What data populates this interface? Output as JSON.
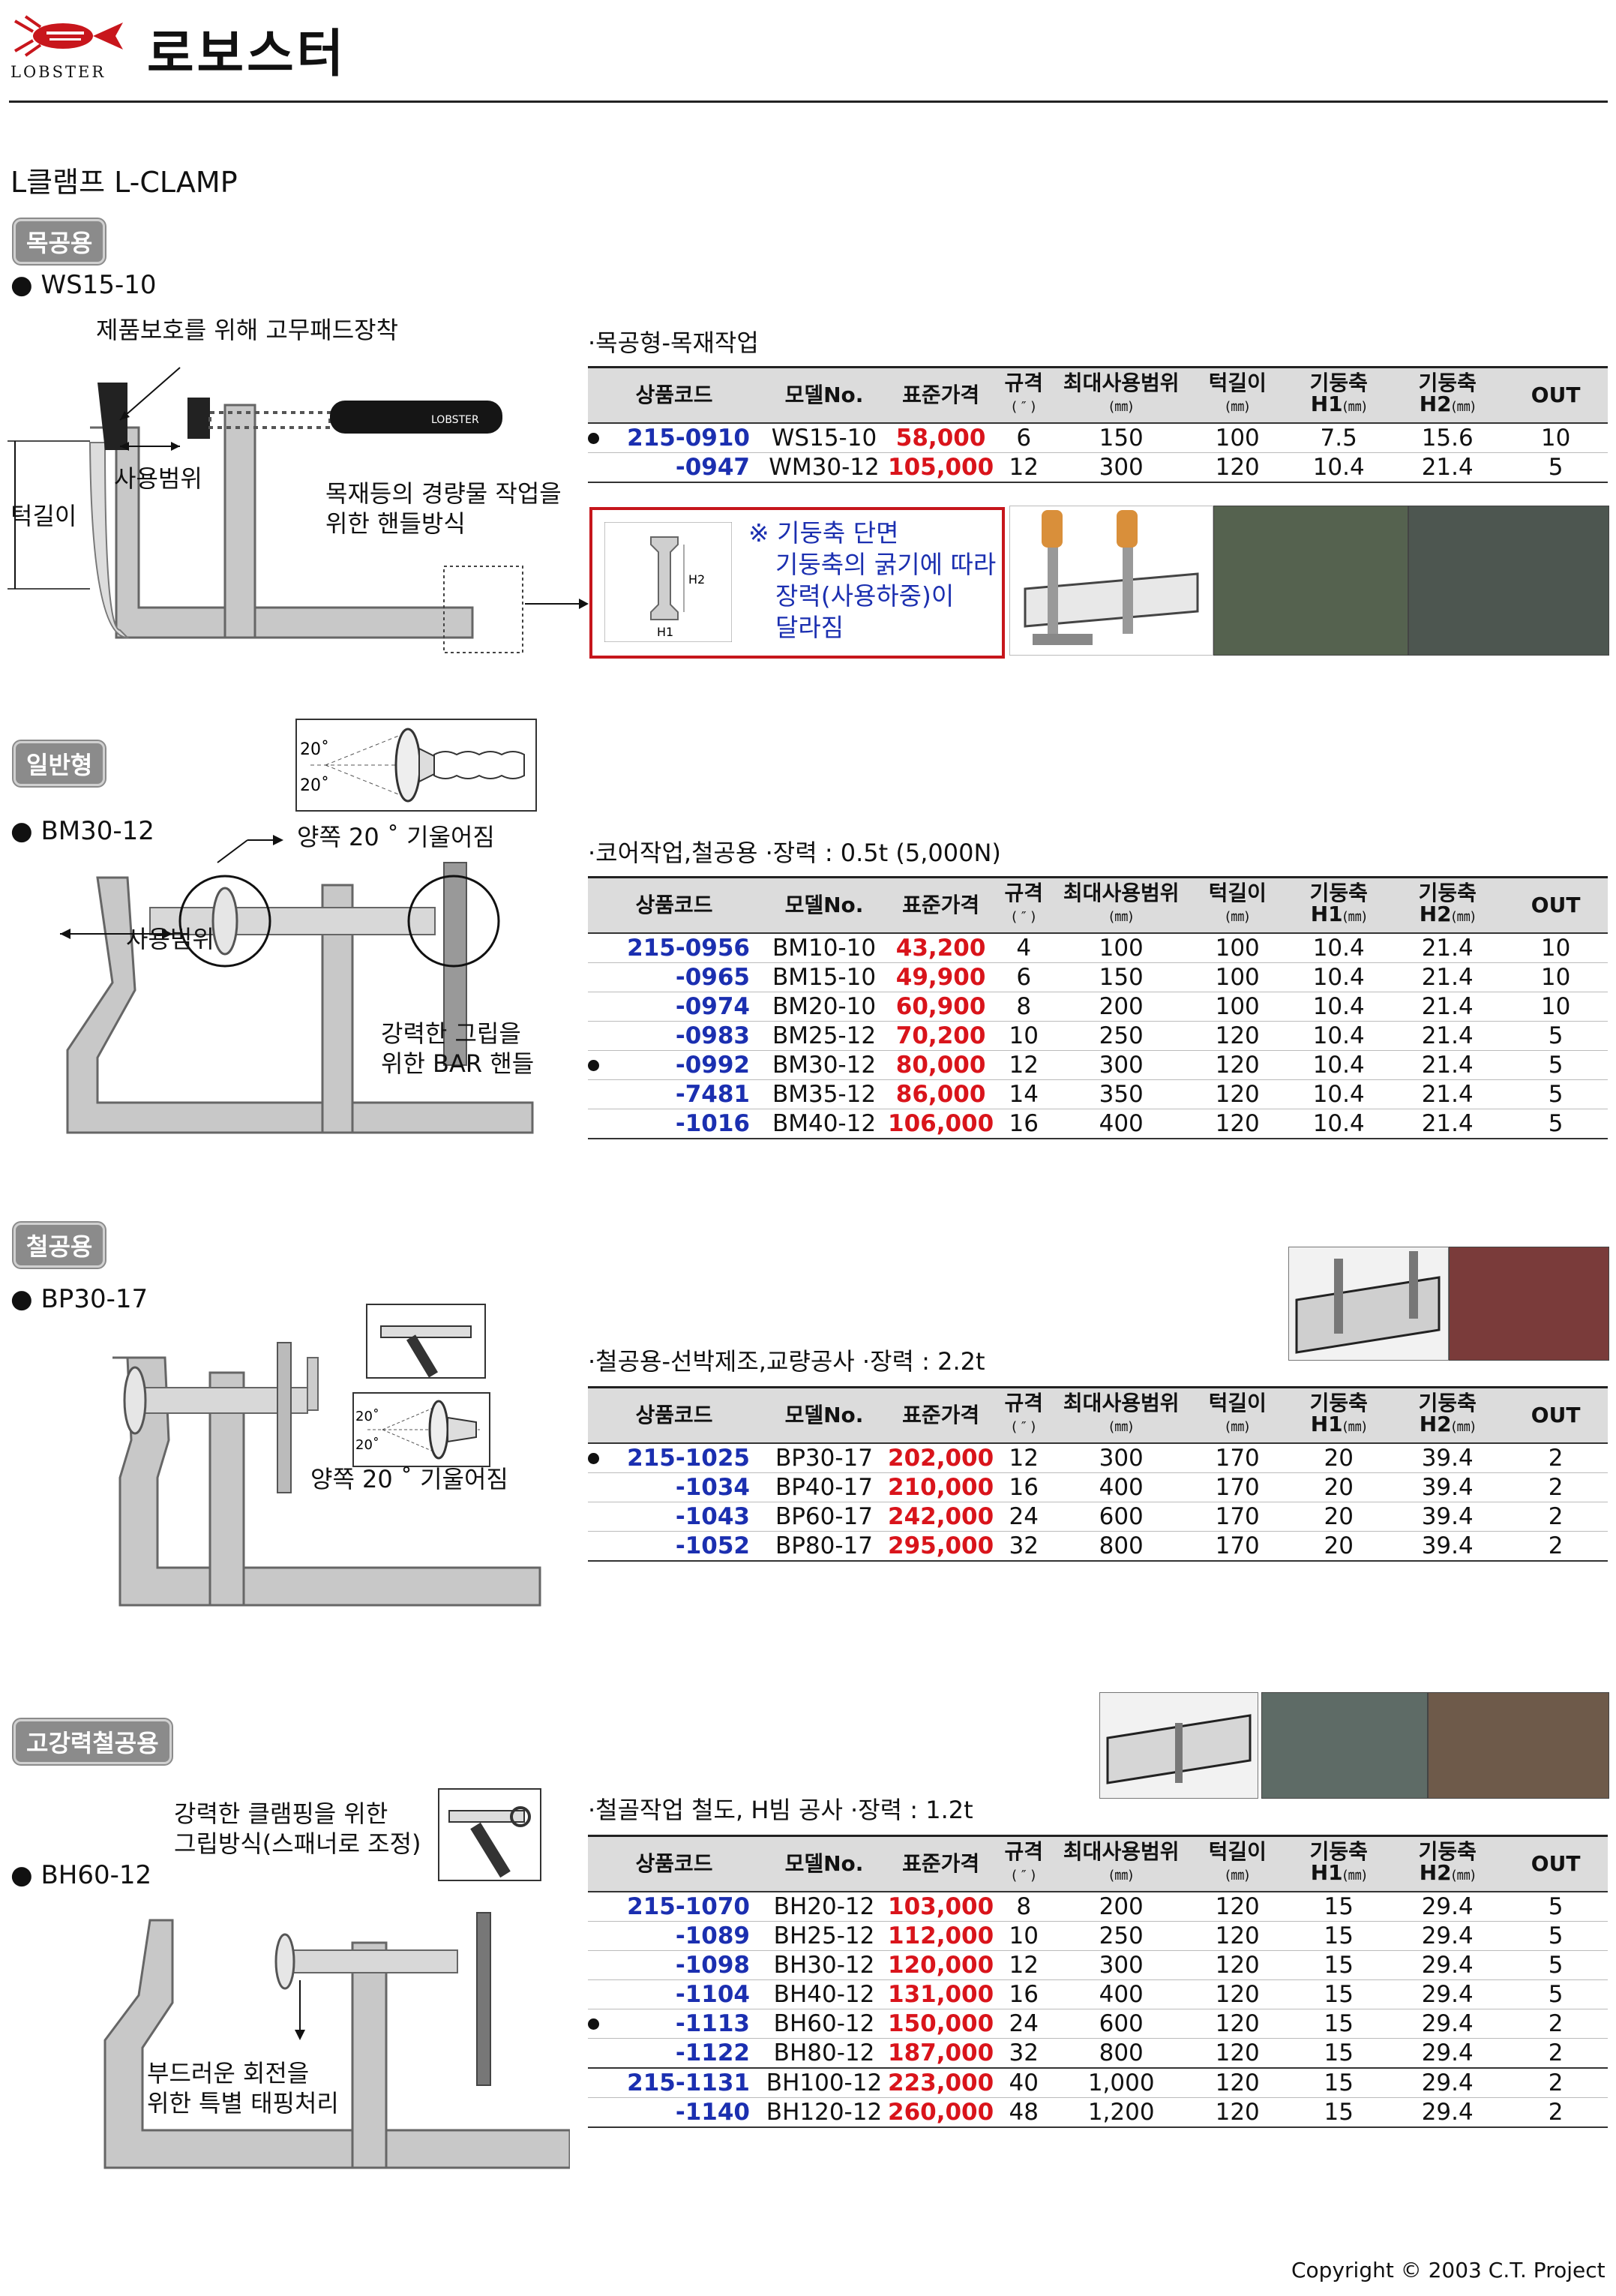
{
  "header": {
    "logo_word": "LOBSTER",
    "brand": "로보스터"
  },
  "page_title": "L클램프 L-CLAMP",
  "sections": [
    {
      "tag": "목공용",
      "model": "WS15-10",
      "callouts": [
        "제품보호를 위해 고무패드장착",
        "사용범위",
        "목재등의 경량물 작업을",
        "위한 핸들방식",
        "턱길이"
      ],
      "handle_logo": "LOBSTER",
      "desc": "·목공형-목재작업",
      "note": [
        "※ 기둥축 단면",
        "기둥축의 굵기에 따라",
        "장력(사용하중)이",
        "달라짐"
      ],
      "section_labels": [
        "H2",
        "H1"
      ],
      "rows": [
        {
          "code": "215-0910",
          "model": "WS15-10",
          "price": "58,000",
          "size": "6",
          "range": "150",
          "depth": "100",
          "h1": "7.5",
          "h2": "15.6",
          "out": "10",
          "marked": true
        },
        {
          "code": "-0947",
          "model": "WM30-12",
          "price": "105,000",
          "size": "12",
          "range": "300",
          "depth": "120",
          "h1": "10.4",
          "h2": "21.4",
          "out": "5",
          "marked": false
        }
      ]
    },
    {
      "tag": "일반형",
      "model": "BM30-12",
      "callouts": [
        "양쪽 20 ˚ 기울어짐",
        "사용범위",
        "강력한 그립을",
        "위한 BAR 핸들"
      ],
      "angle_labels": [
        "20˚",
        "20˚"
      ],
      "desc": "·코어작업,철공용   ·장력 : 0.5t (5,000N)",
      "rows": [
        {
          "code": "215-0956",
          "model": "BM10-10",
          "price": "43,200",
          "size": "4",
          "range": "100",
          "depth": "100",
          "h1": "10.4",
          "h2": "21.4",
          "out": "10",
          "marked": false
        },
        {
          "code": "-0965",
          "model": "BM15-10",
          "price": "49,900",
          "size": "6",
          "range": "150",
          "depth": "100",
          "h1": "10.4",
          "h2": "21.4",
          "out": "10",
          "marked": false
        },
        {
          "code": "-0974",
          "model": "BM20-10",
          "price": "60,900",
          "size": "8",
          "range": "200",
          "depth": "100",
          "h1": "10.4",
          "h2": "21.4",
          "out": "10",
          "marked": false
        },
        {
          "code": "-0983",
          "model": "BM25-12",
          "price": "70,200",
          "size": "10",
          "range": "250",
          "depth": "120",
          "h1": "10.4",
          "h2": "21.4",
          "out": "5",
          "marked": false
        },
        {
          "code": "-0992",
          "model": "BM30-12",
          "price": "80,000",
          "size": "12",
          "range": "300",
          "depth": "120",
          "h1": "10.4",
          "h2": "21.4",
          "out": "5",
          "marked": true
        },
        {
          "code": "-7481",
          "model": "BM35-12",
          "price": "86,000",
          "size": "14",
          "range": "350",
          "depth": "120",
          "h1": "10.4",
          "h2": "21.4",
          "out": "5",
          "marked": false
        },
        {
          "code": "-1016",
          "model": "BM40-12",
          "price": "106,000",
          "size": "16",
          "range": "400",
          "depth": "120",
          "h1": "10.4",
          "h2": "21.4",
          "out": "5",
          "marked": false
        }
      ]
    },
    {
      "tag": "철공용",
      "model": "BP30-17",
      "callouts": [
        "양쪽 20 ˚ 기울어짐"
      ],
      "angle_labels": [
        "20˚",
        "20˚"
      ],
      "desc": "·철공용-선박제조,교량공사   ·장력 : 2.2t",
      "rows": [
        {
          "code": "215-1025",
          "model": "BP30-17",
          "price": "202,000",
          "size": "12",
          "range": "300",
          "depth": "170",
          "h1": "20",
          "h2": "39.4",
          "out": "2",
          "marked": true
        },
        {
          "code": "-1034",
          "model": "BP40-17",
          "price": "210,000",
          "size": "16",
          "range": "400",
          "depth": "170",
          "h1": "20",
          "h2": "39.4",
          "out": "2",
          "marked": false
        },
        {
          "code": "-1043",
          "model": "BP60-17",
          "price": "242,000",
          "size": "24",
          "range": "600",
          "depth": "170",
          "h1": "20",
          "h2": "39.4",
          "out": "2",
          "marked": false
        },
        {
          "code": "-1052",
          "model": "BP80-17",
          "price": "295,000",
          "size": "32",
          "range": "800",
          "depth": "170",
          "h1": "20",
          "h2": "39.4",
          "out": "2",
          "marked": false
        }
      ]
    },
    {
      "tag": "고강력철공용",
      "model": "BH60-12",
      "callouts": [
        "강력한 클램핑을 위한",
        "그립방식(스패너로 조정)",
        "부드러운 회전을",
        "위한 특별 태핑처리"
      ],
      "desc": "·철골작업 철도, H빔 공사   ·장력 : 1.2t",
      "rows": [
        {
          "code": "215-1070",
          "model": "BH20-12",
          "price": "103,000",
          "size": "8",
          "range": "200",
          "depth": "120",
          "h1": "15",
          "h2": "29.4",
          "out": "5",
          "marked": false
        },
        {
          "code": "-1089",
          "model": "BH25-12",
          "price": "112,000",
          "size": "10",
          "range": "250",
          "depth": "120",
          "h1": "15",
          "h2": "29.4",
          "out": "5",
          "marked": false
        },
        {
          "code": "-1098",
          "model": "BH30-12",
          "price": "120,000",
          "size": "12",
          "range": "300",
          "depth": "120",
          "h1": "15",
          "h2": "29.4",
          "out": "5",
          "marked": false
        },
        {
          "code": "-1104",
          "model": "BH40-12",
          "price": "131,000",
          "size": "16",
          "range": "400",
          "depth": "120",
          "h1": "15",
          "h2": "29.4",
          "out": "5",
          "marked": false
        },
        {
          "code": "-1113",
          "model": "BH60-12",
          "price": "150,000",
          "size": "24",
          "range": "600",
          "depth": "120",
          "h1": "15",
          "h2": "29.4",
          "out": "2",
          "marked": true
        },
        {
          "code": "-1122",
          "model": "BH80-12",
          "price": "187,000",
          "size": "32",
          "range": "800",
          "depth": "120",
          "h1": "15",
          "h2": "29.4",
          "out": "2",
          "marked": false
        },
        {
          "code": "215-1131",
          "model": "BH100-12",
          "price": "223,000",
          "size": "40",
          "range": "1,000",
          "depth": "120",
          "h1": "15",
          "h2": "29.4",
          "out": "2",
          "marked": false
        },
        {
          "code": "-1140",
          "model": "BH120-12",
          "price": "260,000",
          "size": "48",
          "range": "1,200",
          "depth": "120",
          "h1": "15",
          "h2": "29.4",
          "out": "2",
          "marked": false
        }
      ]
    }
  ],
  "table_headers": {
    "code": "상품코드",
    "model": "모델No.",
    "price": "표준가격",
    "size": "규격",
    "size_unit": "( ″ )",
    "range": "최대사용범위",
    "range_unit": "(㎜)",
    "depth": "턱길이",
    "depth_unit": "(㎜)",
    "h1": "기둥축",
    "h1_sub": "H1",
    "h1_unit": "(㎜)",
    "h2": "기둥축",
    "h2_sub": "H2",
    "h2_unit": "(㎜)",
    "out": "OUT"
  },
  "copyright": "Copyright © 2003 C.T. Project"
}
